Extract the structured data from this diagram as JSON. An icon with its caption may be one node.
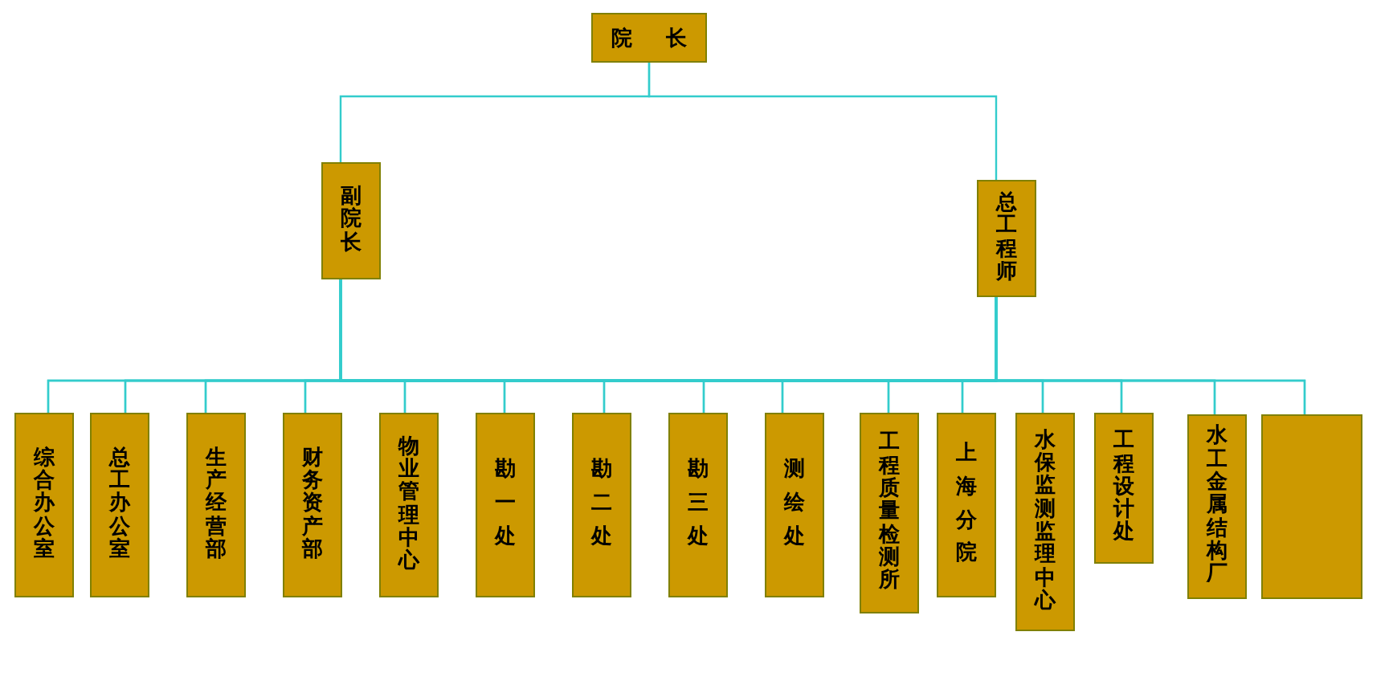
{
  "diagram": {
    "nodes": [
      {
        "text": [
          "院　长"
        ]
      },
      {
        "text": [
          "副院长"
        ]
      },
      {
        "text": [
          "总工程师"
        ]
      },
      {
        "text": [
          "综合办公室"
        ]
      },
      {
        "text": [
          "总工办公室"
        ]
      },
      {
        "text": [
          "生产经营部"
        ]
      },
      {
        "text": [
          "财务资产部"
        ]
      },
      {
        "text": [
          "物业管理中心"
        ]
      },
      {
        "text": [
          "勘一处"
        ]
      },
      {
        "text": [
          "勘二处"
        ]
      },
      {
        "text": [
          "勘三处"
        ]
      },
      {
        "text": [
          "测绘处"
        ]
      },
      {
        "text": [
          "工程质量检测所"
        ]
      },
      {
        "text": [
          "上海分院"
        ]
      },
      {
        "text": [
          "水保监测监理中心"
        ]
      },
      {
        "text": [
          "工程设计处"
        ]
      },
      {
        "text": [
          "水工金属结构厂"
        ]
      },
      {
        "text": [],
        "shape": "box"
      }
    ],
    "edges": [
      {
        "from": 0,
        "to": 1,
        "arrow": "none"
      },
      {
        "from": 0,
        "to": 2,
        "arrow": "none"
      },
      {
        "from": 1,
        "to": 3,
        "arrow": "none"
      },
      {
        "from": 1,
        "to": 4,
        "arrow": "none"
      },
      {
        "from": 1,
        "to": 5,
        "arrow": "none"
      },
      {
        "from": 1,
        "to": 6,
        "arrow": "none"
      },
      {
        "from": 1,
        "to": 7,
        "arrow": "none"
      },
      {
        "from": 1,
        "to": 8,
        "arrow": "none"
      },
      {
        "from": 1,
        "to": 9,
        "arrow": "none"
      },
      {
        "from": 1,
        "to": 10,
        "arrow": "none"
      },
      {
        "from": 1,
        "to": 11,
        "arrow": "none"
      },
      {
        "from": 1,
        "to": 12,
        "arrow": "none"
      },
      {
        "from": 1,
        "to": 13,
        "arrow": "none"
      },
      {
        "from": 1,
        "to": 14,
        "arrow": "none"
      },
      {
        "from": 1,
        "to": 15,
        "arrow": "none"
      },
      {
        "from": 1,
        "to": 16,
        "arrow": "none"
      },
      {
        "from": 1,
        "to": 17,
        "arrow": "none"
      },
      {
        "from": 2,
        "to": 3,
        "arrow": "none"
      },
      {
        "from": 2,
        "to": 4,
        "arrow": "none"
      },
      {
        "from": 2,
        "to": 5,
        "arrow": "none"
      },
      {
        "from": 2,
        "to": 6,
        "arrow": "none"
      },
      {
        "from": 2,
        "to": 7,
        "arrow": "none"
      },
      {
        "from": 2,
        "to": 8,
        "arrow": "none"
      },
      {
        "from": 2,
        "to": 9,
        "arrow": "none"
      },
      {
        "from": 2,
        "to": 10,
        "arrow": "none"
      },
      {
        "from": 2,
        "to": 11,
        "arrow": "none"
      },
      {
        "from": 2,
        "to": 12,
        "arrow": "none"
      },
      {
        "from": 2,
        "to": 13,
        "arrow": "none"
      },
      {
        "from": 2,
        "to": 14,
        "arrow": "none"
      },
      {
        "from": 2,
        "to": 15,
        "arrow": "none"
      },
      {
        "from": 2,
        "to": 16,
        "arrow": "none"
      },
      {
        "from": 2,
        "to": 17,
        "arrow": "none"
      }
    ]
  }
}
